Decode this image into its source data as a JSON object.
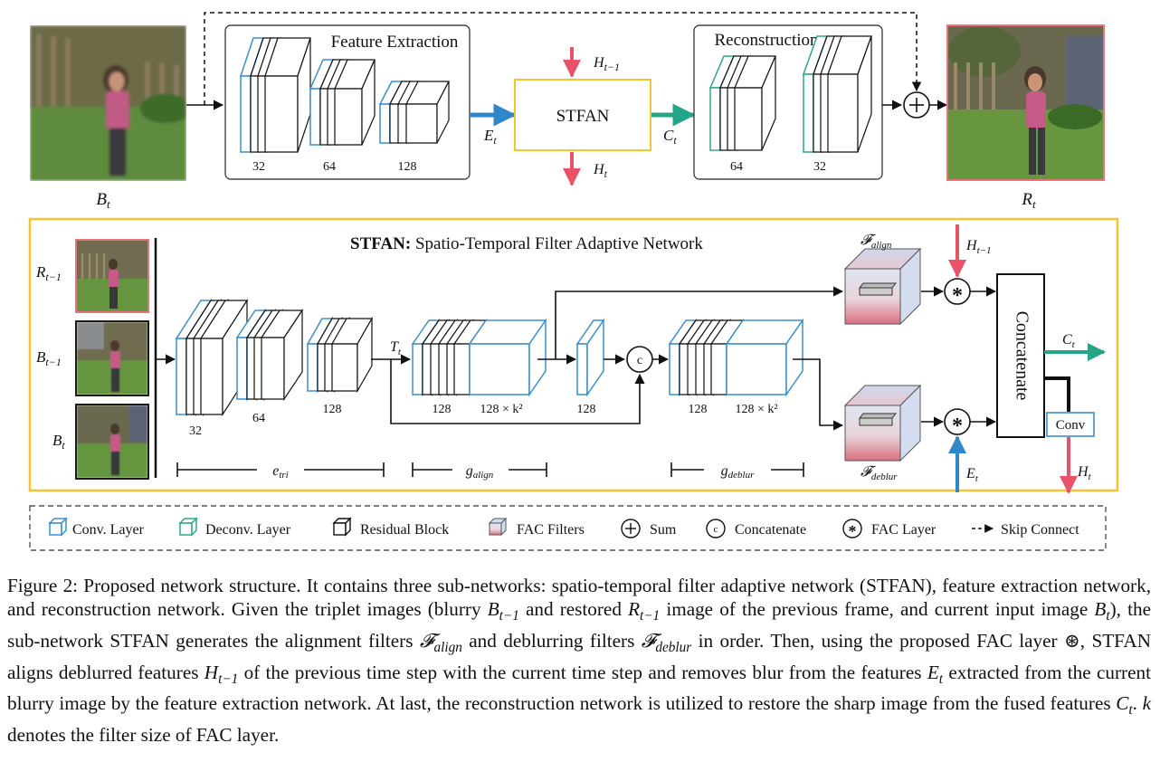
{
  "figure": {
    "top": {
      "input_label": "B_t",
      "output_label": "R_t",
      "feature_extraction": {
        "title": "Feature Extraction",
        "channels": [
          "32",
          "64",
          "128"
        ]
      },
      "stfan_block": "STFAN",
      "reconstruction": {
        "title": "Reconstruction",
        "channels": [
          "64",
          "32"
        ]
      },
      "signals": {
        "e": "E_t",
        "c": "C_t",
        "h_prev": "H_{t-1}",
        "h": "H_t"
      }
    },
    "stfan": {
      "title_bold": "STFAN:",
      "title_rest": " Spatio-Temporal Filter Adaptive Network",
      "inputs": [
        "R_{t-1}",
        "B_{t-1}",
        "B_t"
      ],
      "etri_channels": [
        "32",
        "64",
        "128"
      ],
      "t_label": "T_t",
      "galign_channels": [
        "128",
        "128 × k²"
      ],
      "single_channel": "128",
      "gdeblur_channels": [
        "128",
        "128 × k²"
      ],
      "concat_symbol": "c",
      "brackets": {
        "etri": "e_tri",
        "galign": "g_align",
        "gdeblur": "g_deblur"
      },
      "filters": {
        "align": "𝓕_align",
        "deblur": "𝓕_deblur"
      },
      "fac_symbol": "*",
      "concatenate_block": "Concatenate",
      "conv_block": "Conv",
      "signals": {
        "h_prev": "H_{t-1}",
        "e": "E_t",
        "c": "C_t",
        "h": "H_t"
      }
    },
    "legend": [
      {
        "icon": "conv-cube",
        "label": "Conv. Layer"
      },
      {
        "icon": "deconv-cube",
        "label": "Deconv. Layer"
      },
      {
        "icon": "residual-cube",
        "label": "Residual Block"
      },
      {
        "icon": "fac-filter-cube",
        "label": "FAC Filters"
      },
      {
        "icon": "sum-circle",
        "label": "Sum"
      },
      {
        "icon": "concat-circle",
        "label": "Concatenate"
      },
      {
        "icon": "fac-circle",
        "label": "FAC Layer"
      },
      {
        "icon": "dashed-arrow",
        "label": "Skip Connect"
      }
    ],
    "colors": {
      "conv": "#3a8fd0",
      "deconv": "#2aa889",
      "stfan_border": "#f5c430",
      "red_arrow": "#e9536a",
      "blue_arrow": "#2f86c8",
      "green_arrow": "#23a586",
      "photo_border": "#e8737a"
    }
  },
  "caption": [
    {
      "t": "Figure 2: Proposed network structure.  It contains three sub-networks: spatio-temporal filter adaptive network (STFAN), feature extraction network, and reconstruction network.  Given the triplet images (blurry "
    },
    {
      "m": "B",
      "sub": "t−1"
    },
    {
      "t": " and restored "
    },
    {
      "m": "R",
      "sub": "t−1"
    },
    {
      "t": " image of the previous frame, and current input image "
    },
    {
      "m": "B",
      "sub": "t"
    },
    {
      "t": "), the sub-network STFAN generates the alignment filters "
    },
    {
      "m": "𝓕",
      "sub": "align"
    },
    {
      "t": " and deblurring filters "
    },
    {
      "m": "𝓕",
      "sub": "deblur"
    },
    {
      "t": " in order.  Then, using the proposed FAC layer ⊛, STFAN aligns deblurred features "
    },
    {
      "m": "H",
      "sub": "t−1"
    },
    {
      "t": " of the previous time step with the current time step and removes blur from the features "
    },
    {
      "m": "E",
      "sub": "t"
    },
    {
      "t": " extracted from the current blurry image by the feature extraction network.  At last, the reconstruction network is utilized to restore the sharp image from the fused features "
    },
    {
      "m": "C",
      "sub": "t"
    },
    {
      "t": ". "
    },
    {
      "m": "k"
    },
    {
      "t": " denotes the filter size of FAC layer."
    }
  ]
}
